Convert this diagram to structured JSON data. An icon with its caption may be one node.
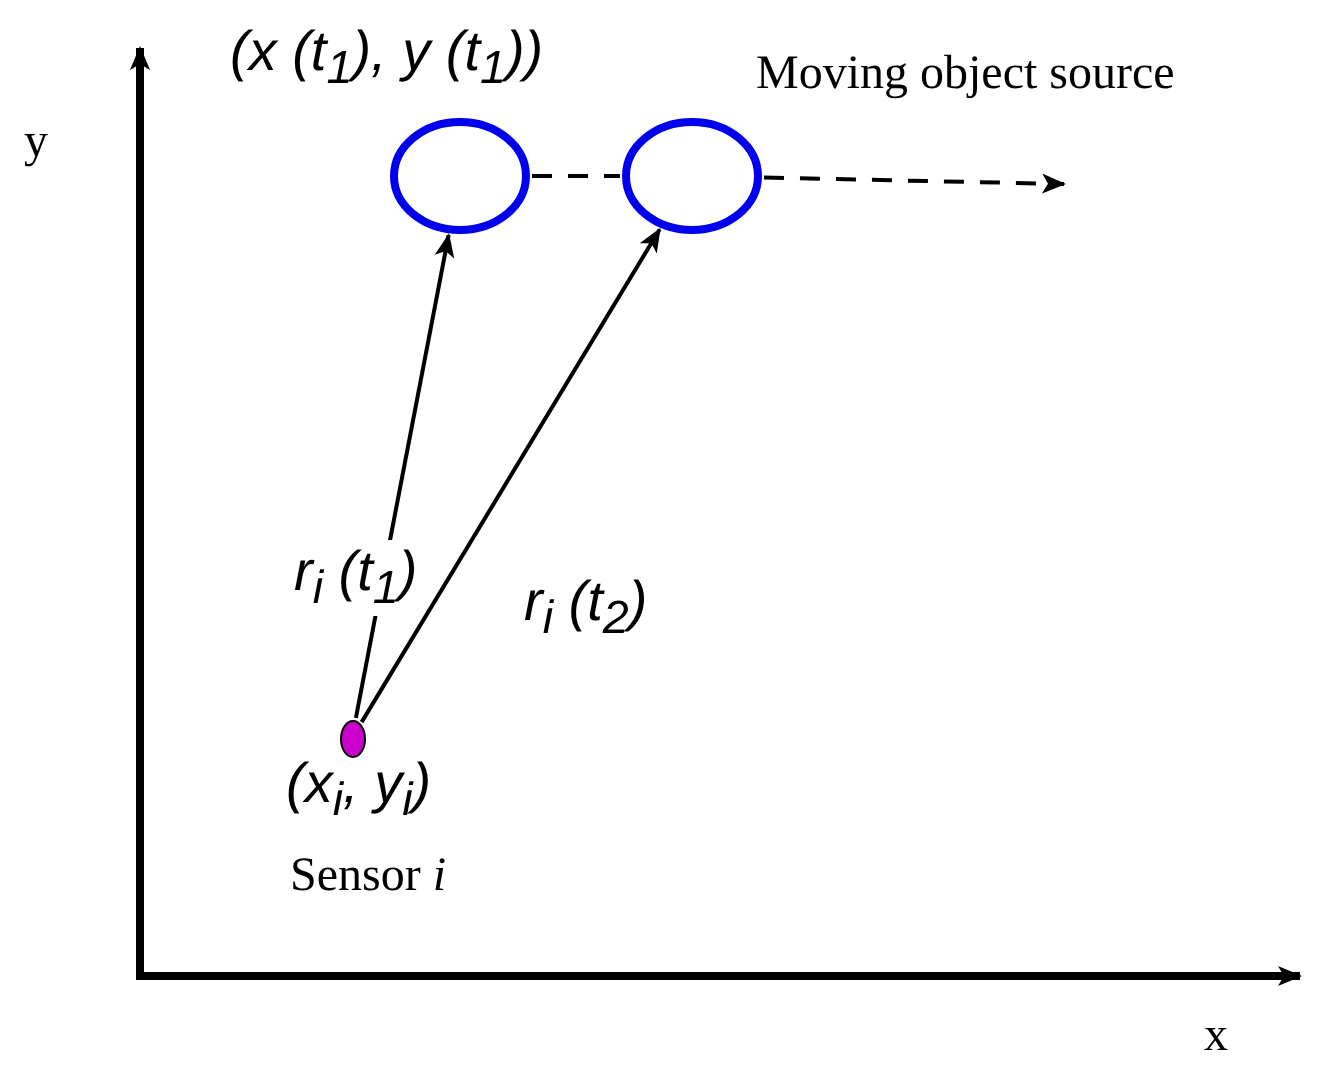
{
  "diagram": {
    "nodes": [
      {
        "text": [],
        "shape": "ellipse",
        "beside": [
          "(x (t$_{1}$), y (t$_{1}$))"
        ]
      },
      {
        "text": [],
        "shape": "ellipse",
        "beside": [
          "Moving object source"
        ]
      },
      {
        "text": [],
        "shape": "ellipse",
        "beside": [
          "(x$_{i}$, y$_{i}$)",
          "Sensor *i*"
        ]
      }
    ],
    "edges": [
      {
        "from": 2,
        "to": 0,
        "arrow": "to",
        "label": "r$_{i}$ (t$_{1}$)"
      },
      {
        "from": 2,
        "to": 1,
        "arrow": "to",
        "label": "r$_{i}$ (t$_{2}$)"
      },
      {
        "from": 0,
        "to": 1,
        "arrow": "none",
        "style": "dashed"
      },
      {
        "from": 1,
        "to": null,
        "arrow": "to",
        "style": "dashed"
      }
    ],
    "labels": [
      "y",
      "x"
    ]
  }
}
